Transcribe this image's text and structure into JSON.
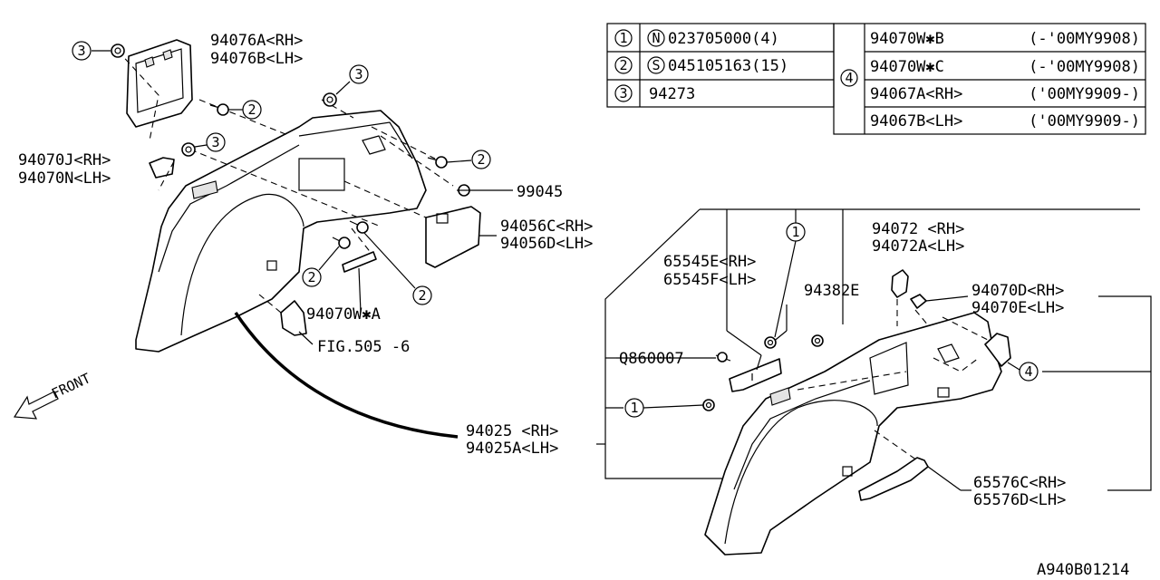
{
  "legend": {
    "rows_left": [
      {
        "num": "1",
        "sym": "N",
        "text": "023705000(4)"
      },
      {
        "num": "2",
        "sym": "S",
        "text": "045105163(15)"
      },
      {
        "num": "3",
        "sym": "",
        "text": "94273"
      }
    ],
    "group_num": "4",
    "rows_right": [
      {
        "text": "94070W✱B",
        "year": "(-'00MY9908)"
      },
      {
        "text": "94070W✱C",
        "year": "(-'00MY9908)"
      },
      {
        "text": "94067A<RH>",
        "year": "('00MY9909-)"
      },
      {
        "text": "94067B<LH>",
        "year": "('00MY9909-)"
      }
    ]
  },
  "labels": {
    "l_94076a": "94076A<RH>",
    "l_94076b": "94076B<LH>",
    "l_94070j": "94070J<RH>",
    "l_94070n": "94070N<LH>",
    "l_99045": "99045",
    "l_94056c": "94056C<RH>",
    "l_94056d": "94056D<LH>",
    "l_94070wa": "94070W✱A",
    "l_fig": "FIG.505 -6",
    "l_front": "FRONT",
    "l_94025": "94025  <RH>",
    "l_94025a": "94025A<LH>",
    "l_65545e": "65545E<RH>",
    "l_65545f": "65545F<LH>",
    "l_94382e": "94382E",
    "l_94072": "94072  <RH>",
    "l_94072a": "94072A<LH>",
    "l_94070d": "94070D<RH>",
    "l_94070e": "94070E<LH>",
    "l_q860007": "Q860007",
    "l_65576c": "65576C<RH>",
    "l_65576d": "65576D<LH>",
    "l_code": "A940B01214"
  },
  "callouts": {
    "c1": "1",
    "c2": "2",
    "c3": "3",
    "c4": "4"
  }
}
